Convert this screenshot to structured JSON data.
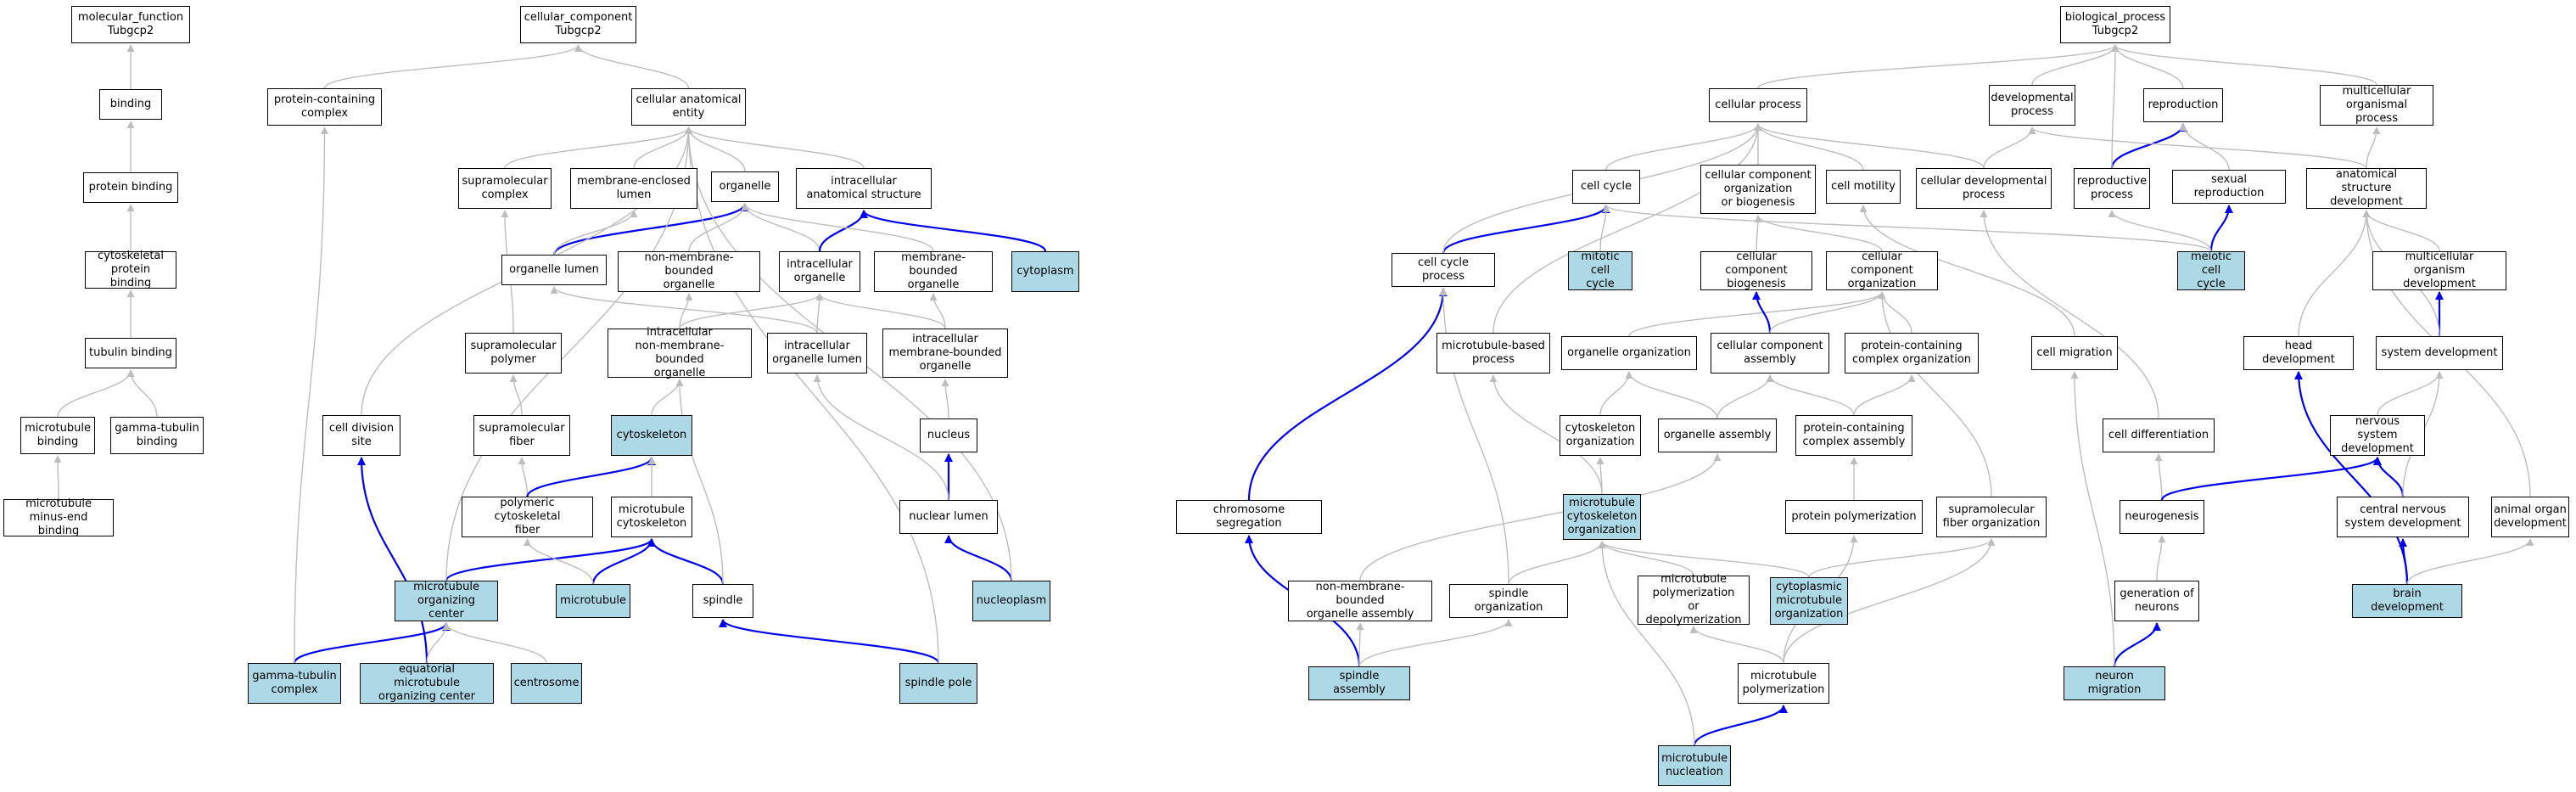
{
  "colors": {
    "highlight": "#add8e6",
    "edge_default": "#bdbdbd",
    "edge_highlight": "#0000ee",
    "border": "#000000"
  },
  "nodes": {
    "mf_root": {
      "label": "molecular_function\nTubgcp2",
      "hl": false
    },
    "binding": {
      "label": "binding",
      "hl": false
    },
    "protein_binding": {
      "label": "protein binding",
      "hl": false
    },
    "cytoskeletal_pb": {
      "label": "cytoskeletal\nprotein binding",
      "hl": false
    },
    "tubulin_binding": {
      "label": "tubulin binding",
      "hl": false
    },
    "microtubule_binding": {
      "label": "microtubule\nbinding",
      "hl": false
    },
    "gamma_tub_binding": {
      "label": "gamma-tubulin\nbinding",
      "hl": true
    },
    "mt_minus_end_binding": {
      "label": "microtubule\nminus-end binding",
      "hl": true
    },
    "cc_root": {
      "label": "cellular_component\nTubgcp2",
      "hl": false
    },
    "protein_containing_complex": {
      "label": "protein-containing\ncomplex",
      "hl": false
    },
    "cellular_anat_entity": {
      "label": "cellular anatomical\nentity",
      "hl": false
    },
    "supramolecular_complex": {
      "label": "supramolecular\ncomplex",
      "hl": false
    },
    "membrane_enclosed_lumen": {
      "label": "membrane-enclosed\nlumen",
      "hl": false
    },
    "organelle": {
      "label": "organelle",
      "hl": false
    },
    "intracellular_anat_struct": {
      "label": "intracellular\nanatomical structure",
      "hl": false
    },
    "organelle_lumen": {
      "label": "organelle lumen",
      "hl": false
    },
    "non_membrane_bounded_org": {
      "label": "non-membrane-bounded\norganelle",
      "hl": false
    },
    "intracellular_organelle": {
      "label": "intracellular\norganelle",
      "hl": false
    },
    "membrane_bounded_org": {
      "label": "membrane-bounded\norganelle",
      "hl": false
    },
    "cytoplasm": {
      "label": "cytoplasm",
      "hl": true
    },
    "supramolecular_polymer": {
      "label": "supramolecular\npolymer",
      "hl": false
    },
    "intracellular_nmb_org": {
      "label": "intracellular\nnon-membrane-bounded\norganelle",
      "hl": false
    },
    "intracellular_org_lumen": {
      "label": "intracellular\norganelle lumen",
      "hl": false
    },
    "intracellular_mb_org": {
      "label": "intracellular\nmembrane-bounded\norganelle",
      "hl": false
    },
    "cell_division_site": {
      "label": "cell division\nsite",
      "hl": false
    },
    "supramolecular_fiber": {
      "label": "supramolecular\nfiber",
      "hl": false
    },
    "cytoskeleton": {
      "label": "cytoskeleton",
      "hl": true
    },
    "nucleus": {
      "label": "nucleus",
      "hl": false
    },
    "polymeric_cyto_fiber": {
      "label": "polymeric cytoskeletal\nfiber",
      "hl": false
    },
    "microtubule_cytoskeleton": {
      "label": "microtubule\ncytoskeleton",
      "hl": false
    },
    "nuclear_lumen": {
      "label": "nuclear lumen",
      "hl": false
    },
    "mtoc": {
      "label": "microtubule\norganizing center",
      "hl": true
    },
    "microtubule": {
      "label": "microtubule",
      "hl": true
    },
    "spindle": {
      "label": "spindle",
      "hl": false
    },
    "nucleoplasm": {
      "label": "nucleoplasm",
      "hl": true
    },
    "gamma_tub_complex": {
      "label": "gamma-tubulin\ncomplex",
      "hl": true
    },
    "equatorial_mtoc": {
      "label": "equatorial microtubule\norganizing center",
      "hl": true
    },
    "centrosome": {
      "label": "centrosome",
      "hl": true
    },
    "spindle_pole": {
      "label": "spindle pole",
      "hl": true
    },
    "bp_root": {
      "label": "biological_process\nTubgcp2",
      "hl": false
    },
    "cellular_process": {
      "label": "cellular process",
      "hl": false
    },
    "developmental_process": {
      "label": "developmental\nprocess",
      "hl": false
    },
    "reproduction": {
      "label": "reproduction",
      "hl": false
    },
    "multicellular_org_process": {
      "label": "multicellular\norganismal process",
      "hl": false
    },
    "cell_cycle": {
      "label": "cell cycle",
      "hl": false
    },
    "cc_org_biogenesis": {
      "label": "cellular component\norganization\nor biogenesis",
      "hl": false
    },
    "cell_motility": {
      "label": "cell motility",
      "hl": false
    },
    "cellular_dev_process": {
      "label": "cellular developmental\nprocess",
      "hl": false
    },
    "reproductive_process": {
      "label": "reproductive\nprocess",
      "hl": false
    },
    "sexual_reproduction": {
      "label": "sexual reproduction",
      "hl": false
    },
    "anat_struct_dev": {
      "label": "anatomical structure\ndevelopment",
      "hl": false
    },
    "cell_cycle_process": {
      "label": "cell cycle process",
      "hl": false
    },
    "mitotic_cell_cycle": {
      "label": "mitotic cell\ncycle",
      "hl": true
    },
    "cc_biogenesis": {
      "label": "cellular component\nbiogenesis",
      "hl": false
    },
    "cc_organization": {
      "label": "cellular component\norganization",
      "hl": false
    },
    "meiotic_cell_cycle": {
      "label": "meiotic cell\ncycle",
      "hl": true
    },
    "multicellular_org_dev": {
      "label": "multicellular\norganism development",
      "hl": false
    },
    "mt_based_process": {
      "label": "microtubule-based\nprocess",
      "hl": false
    },
    "organelle_organization": {
      "label": "organelle organization",
      "hl": false
    },
    "cc_assembly": {
      "label": "cellular component\nassembly",
      "hl": false
    },
    "pcc_organization": {
      "label": "protein-containing\ncomplex organization",
      "hl": false
    },
    "cell_migration": {
      "label": "cell migration",
      "hl": false
    },
    "head_development": {
      "label": "head development",
      "hl": false
    },
    "system_development": {
      "label": "system development",
      "hl": false
    },
    "cytoskeleton_organization": {
      "label": "cytoskeleton\norganization",
      "hl": false
    },
    "organelle_assembly": {
      "label": "organelle assembly",
      "hl": false
    },
    "pcc_assembly": {
      "label": "protein-containing\ncomplex assembly",
      "hl": false
    },
    "cell_differentiation": {
      "label": "cell differentiation",
      "hl": false
    },
    "nervous_system_dev": {
      "label": "nervous system\ndevelopment",
      "hl": false
    },
    "chromosome_segregation": {
      "label": "chromosome segregation",
      "hl": false
    },
    "mt_cyto_organization": {
      "label": "microtubule\ncytoskeleton\norganization",
      "hl": true
    },
    "protein_polymerization": {
      "label": "protein polymerization",
      "hl": false
    },
    "supramol_fiber_org": {
      "label": "supramolecular\nfiber organization",
      "hl": false
    },
    "neurogenesis": {
      "label": "neurogenesis",
      "hl": false
    },
    "cns_development": {
      "label": "central nervous\nsystem development",
      "hl": false
    },
    "animal_organ_dev": {
      "label": "animal organ\ndevelopment",
      "hl": false
    },
    "nmb_org_assembly": {
      "label": "non-membrane-bounded\norganelle assembly",
      "hl": false
    },
    "spindle_organization": {
      "label": "spindle organization",
      "hl": false
    },
    "mt_polym_depolym": {
      "label": "microtubule\npolymerization\nor depolymerization",
      "hl": false
    },
    "cyto_mt_organization": {
      "label": "cytoplasmic\nmicrotubule\norganization",
      "hl": true
    },
    "generation_of_neurons": {
      "label": "generation of\nneurons",
      "hl": false
    },
    "brain_development": {
      "label": "brain development",
      "hl": true
    },
    "spindle_assembly": {
      "label": "spindle assembly",
      "hl": true
    },
    "mt_polymerization": {
      "label": "microtubule\npolymerization",
      "hl": false
    },
    "neuron_migration": {
      "label": "neuron migration",
      "hl": true
    },
    "mt_nucleation": {
      "label": "microtubule\nnucleation",
      "hl": true
    }
  },
  "edges": [
    [
      "binding",
      "mf_root",
      0
    ],
    [
      "protein_binding",
      "binding",
      0
    ],
    [
      "cytoskeletal_pb",
      "protein_binding",
      0
    ],
    [
      "tubulin_binding",
      "cytoskeletal_pb",
      0
    ],
    [
      "microtubule_binding",
      "tubulin_binding",
      0
    ],
    [
      "gamma_tub_binding",
      "tubulin_binding",
      0
    ],
    [
      "mt_minus_end_binding",
      "microtubule_binding",
      0
    ],
    [
      "protein_containing_complex",
      "cc_root",
      0
    ],
    [
      "cellular_anat_entity",
      "cc_root",
      0
    ],
    [
      "supramolecular_complex",
      "cellular_anat_entity",
      0
    ],
    [
      "membrane_enclosed_lumen",
      "cellular_anat_entity",
      0
    ],
    [
      "organelle",
      "cellular_anat_entity",
      0
    ],
    [
      "intracellular_anat_struct",
      "cellular_anat_entity",
      0
    ],
    [
      "cytoplasm",
      "intracellular_anat_struct",
      1
    ],
    [
      "organelle_lumen",
      "organelle",
      1
    ],
    [
      "organelle_lumen",
      "membrane_enclosed_lumen",
      0
    ],
    [
      "non_membrane_bounded_org",
      "organelle",
      0
    ],
    [
      "intracellular_organelle",
      "organelle",
      0
    ],
    [
      "intracellular_organelle",
      "intracellular_anat_struct",
      1
    ],
    [
      "membrane_bounded_org",
      "organelle",
      0
    ],
    [
      "supramolecular_polymer",
      "supramolecular_complex",
      0
    ],
    [
      "intracellular_nmb_org",
      "non_membrane_bounded_org",
      0
    ],
    [
      "intracellular_nmb_org",
      "intracellular_organelle",
      0
    ],
    [
      "intracellular_org_lumen",
      "intracellular_organelle",
      0
    ],
    [
      "intracellular_org_lumen",
      "organelle_lumen",
      0
    ],
    [
      "intracellular_mb_org",
      "intracellular_organelle",
      0
    ],
    [
      "intracellular_mb_org",
      "membrane_bounded_org",
      0
    ],
    [
      "cell_division_site",
      "cellular_anat_entity",
      0
    ],
    [
      "supramolecular_fiber",
      "supramolecular_polymer",
      0
    ],
    [
      "cytoskeleton",
      "intracellular_nmb_org",
      0
    ],
    [
      "nucleus",
      "intracellular_mb_org",
      0
    ],
    [
      "polymeric_cyto_fiber",
      "supramolecular_fiber",
      0
    ],
    [
      "polymeric_cyto_fiber",
      "cytoskeleton",
      1
    ],
    [
      "microtubule_cytoskeleton",
      "cytoskeleton",
      0
    ],
    [
      "nuclear_lumen",
      "nucleus",
      1
    ],
    [
      "nuclear_lumen",
      "intracellular_org_lumen",
      0
    ],
    [
      "mtoc",
      "microtubule_cytoskeleton",
      1
    ],
    [
      "mtoc",
      "cellular_anat_entity",
      0
    ],
    [
      "microtubule",
      "microtubule_cytoskeleton",
      1
    ],
    [
      "microtubule",
      "polymeric_cyto_fiber",
      0
    ],
    [
      "spindle",
      "microtubule_cytoskeleton",
      1
    ],
    [
      "spindle",
      "intracellular_nmb_org",
      0
    ],
    [
      "nucleoplasm",
      "nuclear_lumen",
      1
    ],
    [
      "nucleoplasm",
      "cellular_anat_entity",
      0
    ],
    [
      "gamma_tub_complex",
      "mtoc",
      1
    ],
    [
      "gamma_tub_complex",
      "protein_containing_complex",
      0
    ],
    [
      "equatorial_mtoc",
      "cell_division_site",
      1
    ],
    [
      "equatorial_mtoc",
      "mtoc",
      0
    ],
    [
      "centrosome",
      "mtoc",
      0
    ],
    [
      "spindle_pole",
      "spindle",
      1
    ],
    [
      "spindle_pole",
      "cellular_anat_entity",
      0
    ],
    [
      "cellular_process",
      "bp_root",
      0
    ],
    [
      "developmental_process",
      "bp_root",
      0
    ],
    [
      "reproduction",
      "bp_root",
      0
    ],
    [
      "multicellular_org_process",
      "bp_root",
      0
    ],
    [
      "cell_cycle",
      "cellular_process",
      0
    ],
    [
      "cc_org_biogenesis",
      "cellular_process",
      0
    ],
    [
      "cell_motility",
      "cellular_process",
      0
    ],
    [
      "cellular_dev_process",
      "cellular_process",
      0
    ],
    [
      "cellular_dev_process",
      "developmental_process",
      0
    ],
    [
      "reproductive_process",
      "reproduction",
      1
    ],
    [
      "reproductive_process",
      "bp_root",
      0
    ],
    [
      "sexual_reproduction",
      "reproduction",
      0
    ],
    [
      "anat_struct_dev",
      "developmental_process",
      0
    ],
    [
      "anat_struct_dev",
      "multicellular_org_process",
      0
    ],
    [
      "cell_cycle_process",
      "cell_cycle",
      1
    ],
    [
      "cell_cycle_process",
      "cellular_process",
      0
    ],
    [
      "mitotic_cell_cycle",
      "cell_cycle",
      0
    ],
    [
      "cc_biogenesis",
      "cc_org_biogenesis",
      0
    ],
    [
      "cc_organization",
      "cc_org_biogenesis",
      0
    ],
    [
      "meiotic_cell_cycle",
      "sexual_reproduction",
      1
    ],
    [
      "meiotic_cell_cycle",
      "cell_cycle",
      0
    ],
    [
      "meiotic_cell_cycle",
      "reproductive_process",
      0
    ],
    [
      "multicellular_org_dev",
      "anat_struct_dev",
      0
    ],
    [
      "mt_based_process",
      "cellular_process",
      0
    ],
    [
      "organelle_organization",
      "cc_organization",
      0
    ],
    [
      "cc_assembly",
      "cc_biogenesis",
      1
    ],
    [
      "cc_assembly",
      "cc_organization",
      0
    ],
    [
      "pcc_organization",
      "cc_organization",
      0
    ],
    [
      "cell_migration",
      "cell_motility",
      0
    ],
    [
      "head_development",
      "anat_struct_dev",
      0
    ],
    [
      "system_development",
      "multicellular_org_dev",
      1
    ],
    [
      "system_development",
      "anat_struct_dev",
      0
    ],
    [
      "cytoskeleton_organization",
      "organelle_organization",
      0
    ],
    [
      "organelle_assembly",
      "organelle_organization",
      0
    ],
    [
      "organelle_assembly",
      "cc_assembly",
      0
    ],
    [
      "pcc_assembly",
      "cc_assembly",
      0
    ],
    [
      "pcc_assembly",
      "pcc_organization",
      0
    ],
    [
      "cell_differentiation",
      "cellular_dev_process",
      0
    ],
    [
      "nervous_system_dev",
      "system_development",
      0
    ],
    [
      "chromosome_segregation",
      "cell_cycle_process",
      1
    ],
    [
      "mt_cyto_organization",
      "cytoskeleton_organization",
      0
    ],
    [
      "mt_cyto_organization",
      "mt_based_process",
      0
    ],
    [
      "protein_polymerization",
      "pcc_assembly",
      0
    ],
    [
      "supramol_fiber_org",
      "cc_organization",
      0
    ],
    [
      "neurogenesis",
      "cell_differentiation",
      0
    ],
    [
      "neurogenesis",
      "nervous_system_dev",
      1
    ],
    [
      "cns_development",
      "nervous_system_dev",
      1
    ],
    [
      "cns_development",
      "system_development",
      0
    ],
    [
      "animal_organ_dev",
      "anat_struct_dev",
      0
    ],
    [
      "nmb_org_assembly",
      "organelle_assembly",
      0
    ],
    [
      "spindle_organization",
      "mt_cyto_organization",
      0
    ],
    [
      "spindle_organization",
      "cell_cycle_process",
      0
    ],
    [
      "mt_polym_depolym",
      "mt_cyto_organization",
      0
    ],
    [
      "cyto_mt_organization",
      "mt_cyto_organization",
      0
    ],
    [
      "cyto_mt_organization",
      "supramol_fiber_org",
      0
    ],
    [
      "generation_of_neurons",
      "neurogenesis",
      0
    ],
    [
      "brain_development",
      "head_development",
      1
    ],
    [
      "brain_development",
      "cns_development",
      1
    ],
    [
      "brain_development",
      "animal_organ_dev",
      0
    ],
    [
      "spindle_assembly",
      "chromosome_segregation",
      1
    ],
    [
      "spindle_assembly",
      "nmb_org_assembly",
      0
    ],
    [
      "spindle_assembly",
      "spindle_organization",
      0
    ],
    [
      "mt_polymerization",
      "mt_polym_depolym",
      0
    ],
    [
      "mt_polymerization",
      "protein_polymerization",
      0
    ],
    [
      "mt_polymerization",
      "supramol_fiber_org",
      0
    ],
    [
      "neuron_migration",
      "generation_of_neurons",
      1
    ],
    [
      "neuron_migration",
      "cell_migration",
      0
    ],
    [
      "mt_nucleation",
      "mt_polymerization",
      1
    ],
    [
      "mt_nucleation",
      "mt_cyto_organization",
      0
    ]
  ]
}
